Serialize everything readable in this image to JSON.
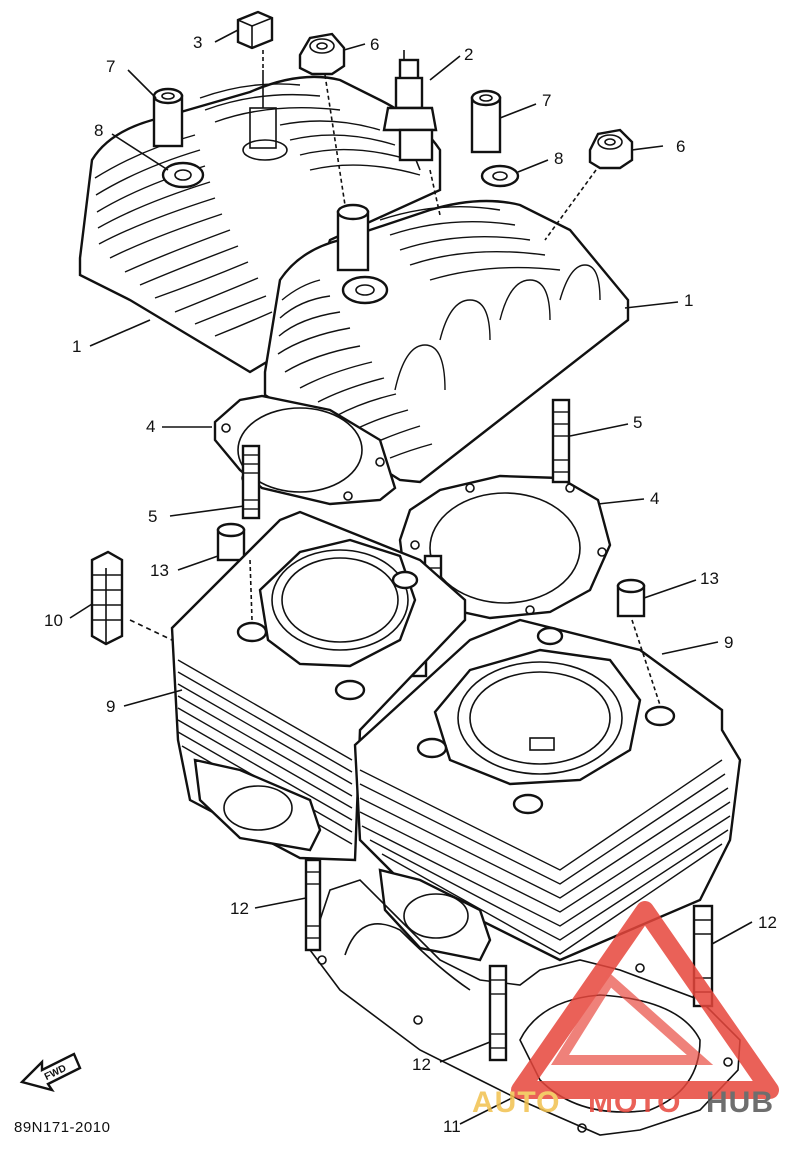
{
  "diagram": {
    "part_code": "89N171-2010",
    "direction_badge": "FWD",
    "callouts": [
      {
        "id": "c3",
        "text": "3"
      },
      {
        "id": "c6a",
        "text": "6"
      },
      {
        "id": "c2",
        "text": "2"
      },
      {
        "id": "c7a",
        "text": "7"
      },
      {
        "id": "c7b",
        "text": "7"
      },
      {
        "id": "c8a",
        "text": "8"
      },
      {
        "id": "c8b",
        "text": "8"
      },
      {
        "id": "c6b",
        "text": "6"
      },
      {
        "id": "c1a",
        "text": "1"
      },
      {
        "id": "c1b",
        "text": "1"
      },
      {
        "id": "c4a",
        "text": "4"
      },
      {
        "id": "c5a",
        "text": "5"
      },
      {
        "id": "c4b",
        "text": "4"
      },
      {
        "id": "c5b",
        "text": "5"
      },
      {
        "id": "c13a",
        "text": "13"
      },
      {
        "id": "c13b",
        "text": "13"
      },
      {
        "id": "c10",
        "text": "10"
      },
      {
        "id": "c9a",
        "text": "9"
      },
      {
        "id": "c9b",
        "text": "9"
      },
      {
        "id": "c12a",
        "text": "12"
      },
      {
        "id": "c12b",
        "text": "12"
      },
      {
        "id": "c12c",
        "text": "12"
      },
      {
        "id": "c11",
        "text": "11"
      }
    ]
  },
  "watermark": {
    "part1": "AUTO",
    "part2": "MOTO",
    "part3": "HUB",
    "colors": {
      "auto": "#f2c14e",
      "moto": "#e7463c",
      "hub": "#555555",
      "logo": "#e7463c"
    }
  }
}
